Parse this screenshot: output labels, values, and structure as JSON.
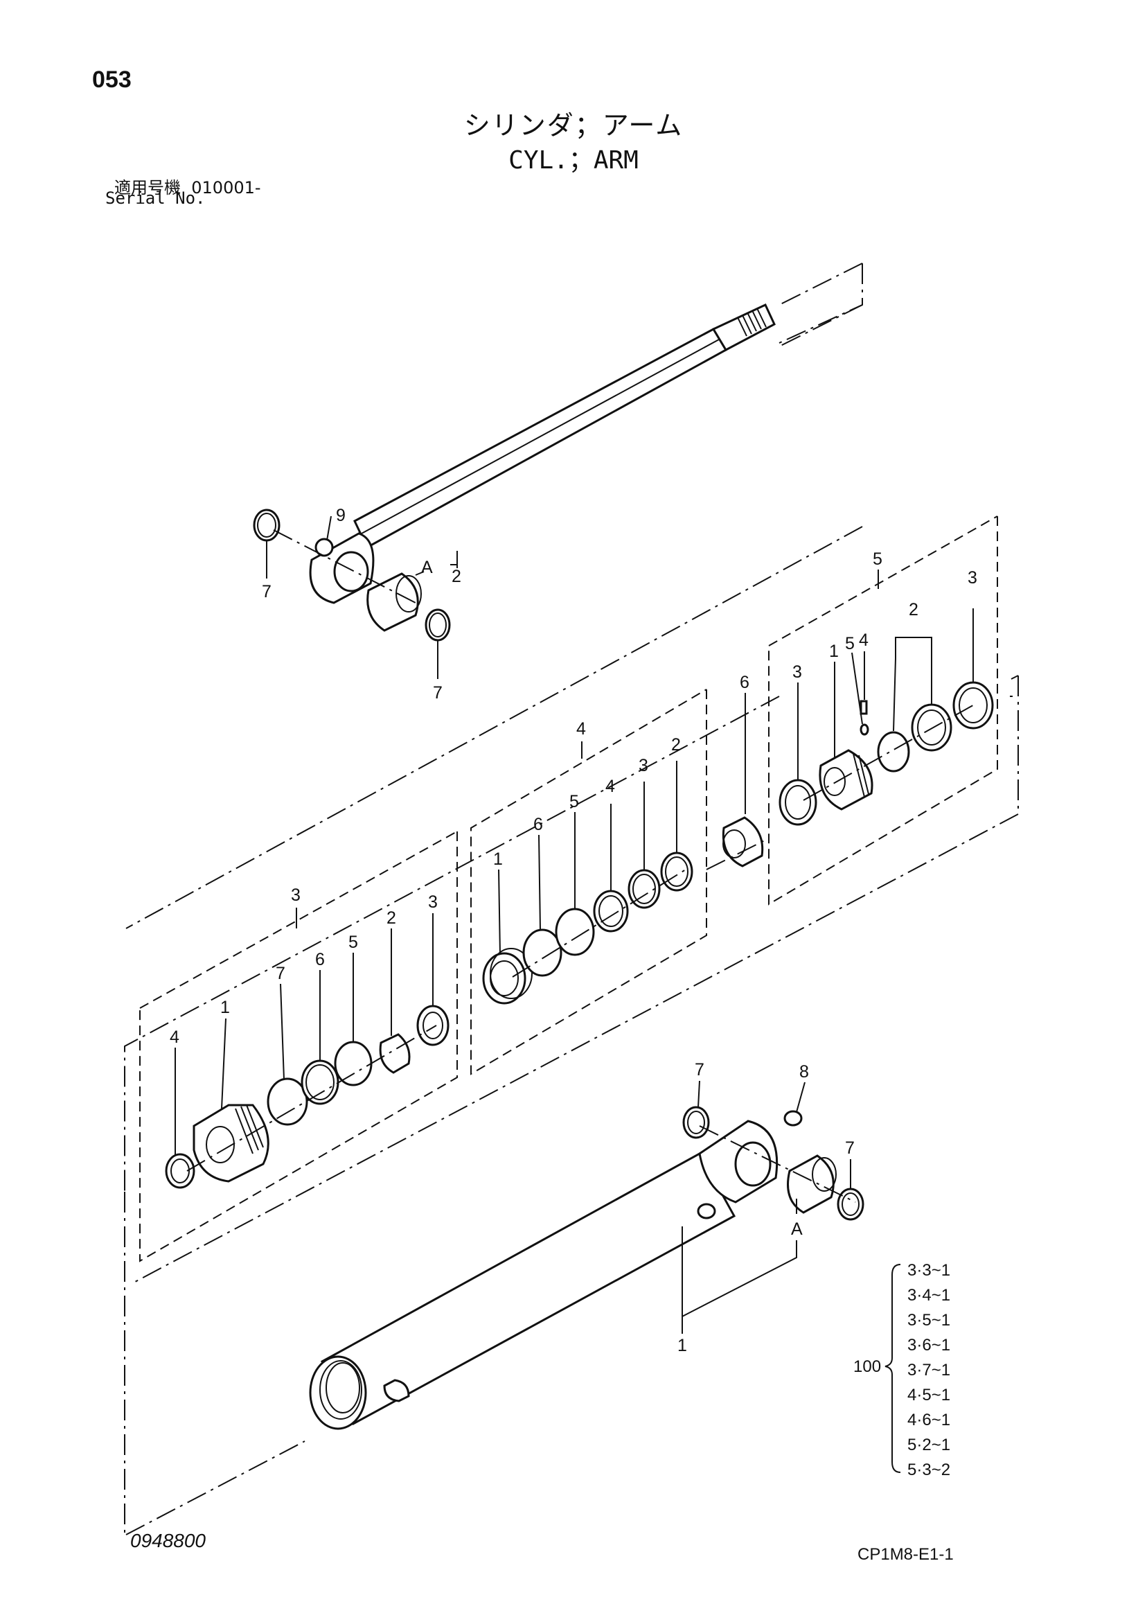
{
  "header": {
    "page_number": "053",
    "title_jp": "シリンダ；アーム",
    "title_en": "CYL.；ARM",
    "serial_label_jp": "適用号機",
    "serial_value": "010001-",
    "serial_label_en": "Serial No."
  },
  "footer": {
    "doc_number": "0948800",
    "ref_code": "CP1M8-E1-1"
  },
  "callouts": {
    "rod": {
      "seal_left": "7",
      "grease_fitting": "9",
      "bushing_ref": "A",
      "rod_assy": "2",
      "seal_right": "7"
    },
    "head_kit": {
      "kit": "3",
      "p1": "1",
      "p2": "2",
      "p3": "3",
      "p4": "4",
      "p5": "5",
      "p6": "6",
      "p7": "7"
    },
    "seal_kit": {
      "kit": "4",
      "p1": "1",
      "p2": "2",
      "p3": "3",
      "p4": "4",
      "p5": "5",
      "p6": "6"
    },
    "spacer": {
      "p6": "6"
    },
    "piston_kit": {
      "kit": "5",
      "p1": "1",
      "p2": "2",
      "p3_left": "3",
      "p3_right": "3",
      "p4": "4",
      "p5": "5"
    },
    "tube": {
      "seal_top": "7",
      "grease_fitting": "8",
      "seal_right": "7",
      "bushing_ref": "A",
      "tube_assy": "1"
    }
  },
  "assembly": {
    "number": "100",
    "items": [
      "3·3~1",
      "3·4~1",
      "3·5~1",
      "3·6~1",
      "3·7~1",
      "4·5~1",
      "4·6~1",
      "5·2~1",
      "5·3~2"
    ]
  }
}
